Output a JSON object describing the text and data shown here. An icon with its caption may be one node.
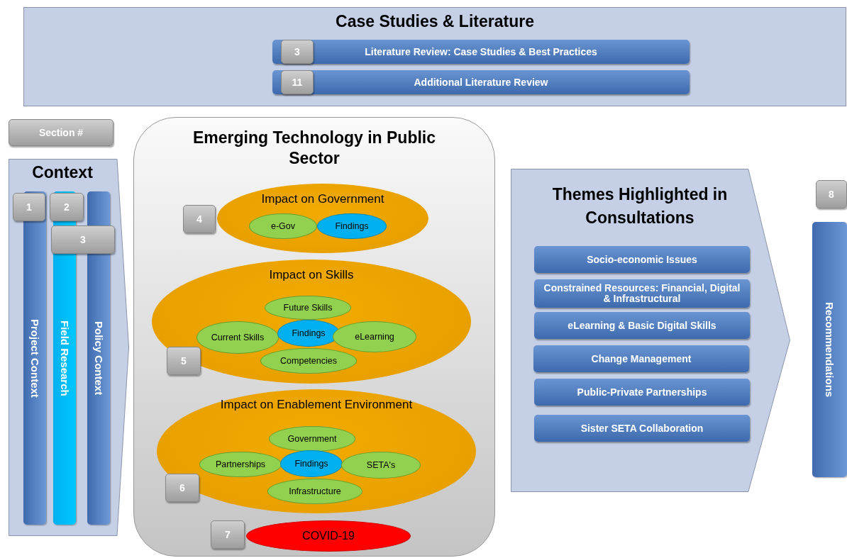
{
  "diagram": {
    "nodes": [
      {
        "text": [
          "Case Studies & Literature"
        ]
      },
      {
        "text": [
          "Literature Review: Case Studies & Best Practices"
        ],
        "in": 0
      },
      {
        "text": [
          "3"
        ],
        "in": 1
      },
      {
        "text": [
          "Additional Literature Review"
        ],
        "in": 0
      },
      {
        "text": [
          "11"
        ],
        "in": 3
      },
      {
        "text": [
          "Section #"
        ]
      },
      {
        "text": [
          "Context"
        ]
      },
      {
        "text": [
          "Project Context"
        ],
        "in": 6
      },
      {
        "text": [
          "Field Research"
        ],
        "in": 6
      },
      {
        "text": [
          "Policy Context"
        ],
        "in": 6
      },
      {
        "text": [
          "1"
        ],
        "in": 6
      },
      {
        "text": [
          "2"
        ],
        "in": 6
      },
      {
        "text": [
          "3"
        ],
        "in": 6
      },
      {
        "text": [
          "Emerging Technology in Public Sector"
        ]
      },
      {
        "text": [
          "Impact on Government"
        ],
        "in": 13
      },
      {
        "text": [
          "e-Gov"
        ],
        "in": 14
      },
      {
        "text": [
          "Findings"
        ],
        "in": 14
      },
      {
        "text": [
          "4"
        ],
        "in": 13
      },
      {
        "text": [
          "Impact on Skills"
        ],
        "in": 13
      },
      {
        "text": [
          "Future Skills"
        ],
        "in": 18
      },
      {
        "text": [
          "Current Skills"
        ],
        "in": 18
      },
      {
        "text": [
          "Findings"
        ],
        "in": 18
      },
      {
        "text": [
          "eLearning"
        ],
        "in": 18
      },
      {
        "text": [
          "Competencies"
        ],
        "in": 18
      },
      {
        "text": [
          "5"
        ],
        "in": 18
      },
      {
        "text": [
          "Impact on Enablement Environment"
        ],
        "in": 13
      },
      {
        "text": [
          "Government"
        ],
        "in": 25
      },
      {
        "text": [
          "Partnerships"
        ],
        "in": 25
      },
      {
        "text": [
          "Findings"
        ],
        "in": 25
      },
      {
        "text": [
          "SETA's"
        ],
        "in": 25
      },
      {
        "text": [
          "Infrastructure"
        ],
        "in": 25
      },
      {
        "text": [
          "6"
        ],
        "in": 25
      },
      {
        "text": [
          "COVID-19"
        ],
        "in": 13
      },
      {
        "text": [
          "7"
        ],
        "in": 13
      },
      {
        "text": [
          "Themes Highlighted in Consultations"
        ]
      },
      {
        "text": [
          "Socio-economic Issues"
        ],
        "in": 34
      },
      {
        "text": [
          "Constrained Resources: Financial, Digital & Infrastructural"
        ],
        "in": 34
      },
      {
        "text": [
          "eLearning & Basic Digital Skills"
        ],
        "in": 34
      },
      {
        "text": [
          "Change Management"
        ],
        "in": 34
      },
      {
        "text": [
          "Public-Private Partnerships"
        ],
        "in": 34
      },
      {
        "text": [
          "Sister SETA Collaboration"
        ],
        "in": 34
      },
      {
        "text": [
          "8"
        ]
      },
      {
        "text": [
          "Recommendations"
        ]
      }
    ]
  }
}
